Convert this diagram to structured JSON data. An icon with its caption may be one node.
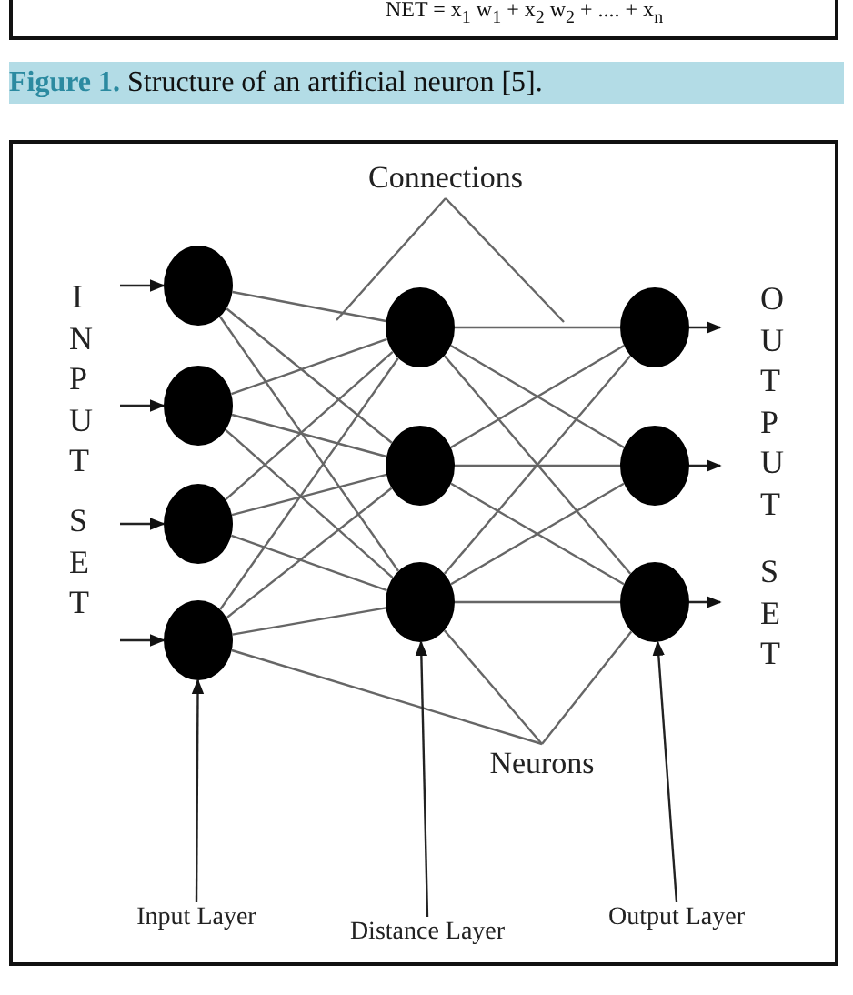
{
  "diagram": {
    "caption": "**Figure 1.** Structure of an artificial neuron [5].",
    "nodes": [
      {
        "text": [],
        "shape": "circle"
      },
      {
        "text": [],
        "shape": "circle"
      },
      {
        "text": [],
        "shape": "circle"
      },
      {
        "text": [],
        "shape": "circle"
      },
      {
        "text": [],
        "shape": "circle"
      },
      {
        "text": [],
        "shape": "circle"
      },
      {
        "text": [],
        "shape": "circle"
      },
      {
        "text": [],
        "shape": "circle"
      },
      {
        "text": [],
        "shape": "circle"
      },
      {
        "text": [],
        "shape": "circle"
      },
      {
        "text": [
          "Connections"
        ]
      },
      {
        "text": [
          "Neurons"
        ]
      },
      {
        "text": [
          "Input Layer"
        ]
      },
      {
        "text": [
          "Distance Layer"
        ]
      },
      {
        "text": [
          "Output Layer"
        ]
      }
    ],
    "edges": [
      {
        "from": 0,
        "to": 4,
        "arrow": "none"
      },
      {
        "from": 0,
        "to": 5,
        "arrow": "none"
      },
      {
        "from": 0,
        "to": 6,
        "arrow": "none"
      },
      {
        "from": 1,
        "to": 4,
        "arrow": "none"
      },
      {
        "from": 1,
        "to": 5,
        "arrow": "none"
      },
      {
        "from": 1,
        "to": 6,
        "arrow": "none"
      },
      {
        "from": 2,
        "to": 4,
        "arrow": "none"
      },
      {
        "from": 2,
        "to": 5,
        "arrow": "none"
      },
      {
        "from": 2,
        "to": 6,
        "arrow": "none"
      },
      {
        "from": 3,
        "to": 4,
        "arrow": "none"
      },
      {
        "from": 3,
        "to": 5,
        "arrow": "none"
      },
      {
        "from": 3,
        "to": 6,
        "arrow": "none"
      },
      {
        "from": 4,
        "to": 7,
        "arrow": "none"
      },
      {
        "from": 4,
        "to": 8,
        "arrow": "none"
      },
      {
        "from": 4,
        "to": 9,
        "arrow": "none"
      },
      {
        "from": 5,
        "to": 7,
        "arrow": "none"
      },
      {
        "from": 5,
        "to": 8,
        "arrow": "none"
      },
      {
        "from": 5,
        "to": 9,
        "arrow": "none"
      },
      {
        "from": 6,
        "to": 7,
        "arrow": "none"
      },
      {
        "from": 6,
        "to": 8,
        "arrow": "none"
      },
      {
        "from": 6,
        "to": 9,
        "arrow": "none"
      },
      {
        "from": null,
        "to": 0,
        "arrow": "to"
      },
      {
        "from": null,
        "to": 1,
        "arrow": "to"
      },
      {
        "from": null,
        "to": 2,
        "arrow": "to"
      },
      {
        "from": null,
        "to": 3,
        "arrow": "to"
      },
      {
        "from": 7,
        "to": null,
        "arrow": "to"
      },
      {
        "from": 8,
        "to": null,
        "arrow": "to"
      },
      {
        "from": 9,
        "to": null,
        "arrow": "to"
      },
      {
        "from": 10,
        "to": null,
        "arrow": "none"
      },
      {
        "from": 10,
        "to": null,
        "arrow": "none"
      },
      {
        "from": 11,
        "to": 3,
        "arrow": "none"
      },
      {
        "from": 11,
        "to": 6,
        "arrow": "none"
      },
      {
        "from": 11,
        "to": 9,
        "arrow": "none"
      },
      {
        "from": 12,
        "to": 3,
        "arrow": "to"
      },
      {
        "from": 13,
        "to": 6,
        "arrow": "to"
      },
      {
        "from": 14,
        "to": 9,
        "arrow": "to"
      }
    ],
    "labels": [
      "NET = x$_{1}$ w$_{1}$ + x$_{2}$ w$_{2}$ + .... + x$_{n}$",
      "INPUT",
      "SET",
      "OUTPUT",
      "SET"
    ]
  }
}
